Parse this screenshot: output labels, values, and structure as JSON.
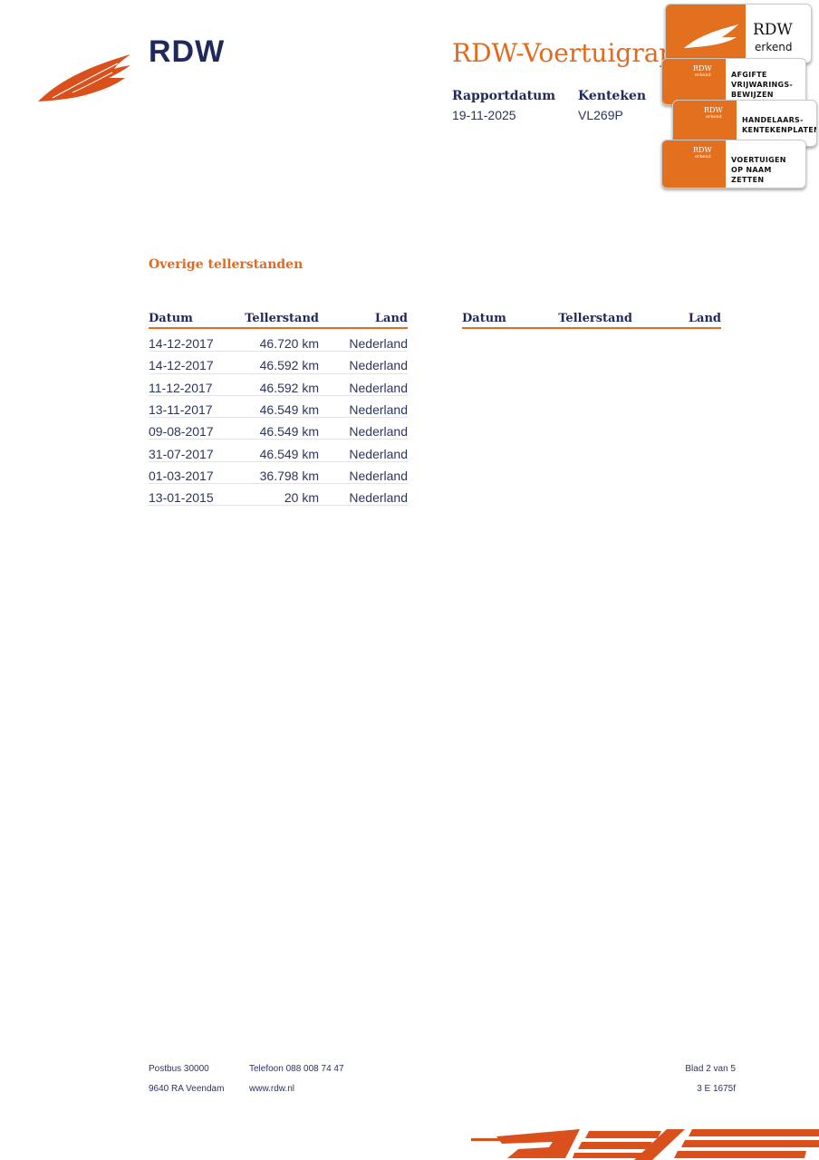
{
  "header": {
    "brand": "RDW",
    "report_title": "RDW-Voertuigrap",
    "rapportdatum_label": "Rapportdatum",
    "rapportdatum_value": "19-11-2025",
    "kenteken_label": "Kenteken",
    "kenteken_value": "VL269P"
  },
  "badges": {
    "main_title": "RDW",
    "main_sub": "erkend",
    "mini_label": "RDW",
    "mini_sub": "erkend",
    "items": [
      {
        "line1": "AFGIFTE",
        "line2": "VRIJWARINGS-",
        "line3": "BEWIJZEN"
      },
      {
        "line1": "HANDELAARS-",
        "line2": "KENTEKENPLATEN"
      },
      {
        "line1": "VOERTUIGEN",
        "line2": "OP NAAM ZETTEN"
      }
    ]
  },
  "section_title": "Overige tellerstanden",
  "table": {
    "headers": {
      "datum": "Datum",
      "tellerstand": "Tellerstand",
      "land": "Land"
    },
    "left_rows": [
      {
        "datum": "14-12-2017",
        "tellerstand": "46.720 km",
        "land": "Nederland"
      },
      {
        "datum": "14-12-2017",
        "tellerstand": "46.592 km",
        "land": "Nederland"
      },
      {
        "datum": "11-12-2017",
        "tellerstand": "46.592 km",
        "land": "Nederland"
      },
      {
        "datum": "13-11-2017",
        "tellerstand": "46.549 km",
        "land": "Nederland"
      },
      {
        "datum": "09-08-2017",
        "tellerstand": "46.549 km",
        "land": "Nederland"
      },
      {
        "datum": "31-07-2017",
        "tellerstand": "46.549 km",
        "land": "Nederland"
      },
      {
        "datum": "01-03-2017",
        "tellerstand": "36.798 km",
        "land": "Nederland"
      },
      {
        "datum": "13-01-2015",
        "tellerstand": "20 km",
        "land": "Nederland"
      }
    ]
  },
  "footer": {
    "postbus": "Postbus 30000",
    "postcode": "9640 RA Veendam",
    "telefoon": "Telefoon 088 008 74 47",
    "website": "www.rdw.nl",
    "page": "Blad 2 van 5",
    "code": "3 E 1675f"
  },
  "colors": {
    "accent": "#e06a1f",
    "navy": "#1f2a5a"
  },
  "icons": [
    "rdw-feather-logo-icon",
    "rdw-erkend-badge-icon",
    "speed-stripes-icon"
  ]
}
